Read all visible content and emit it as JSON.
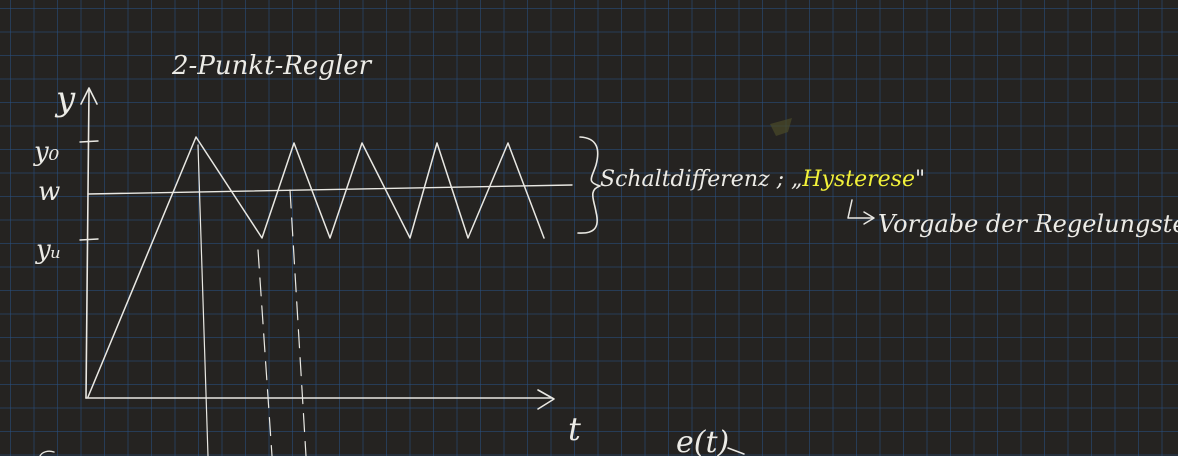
{
  "colors": {
    "background": "#252321",
    "grid": "#28507f",
    "ink": "#e9e8e3",
    "highlight": "#f2f23a"
  },
  "diagram": {
    "title": "2-Punkt-Regler",
    "y_axis_label": "y",
    "x_axis_label": "t",
    "level_labels": {
      "upper": "y₀",
      "setpoint": "w",
      "lower": "yᵤ"
    },
    "brace_text": "Schaltdifferenz ; „Hysterese\"",
    "brace_text_prefix": "Schaltdifferenz ; „",
    "brace_text_highlight": "Hysterese",
    "brace_text_suffix": "\"",
    "note_arrow_text": "Vorgabe der Regelungstechnik",
    "bottom_label": "e(t)"
  }
}
